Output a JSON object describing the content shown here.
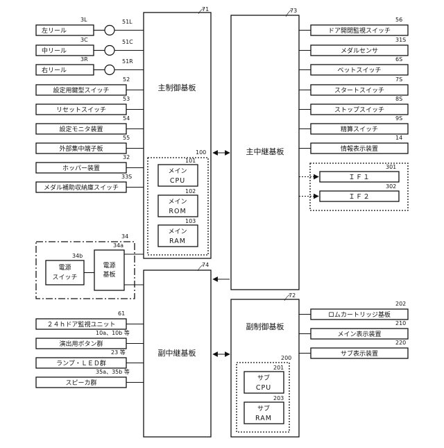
{
  "left_devices": [
    {
      "id": "3L",
      "label": "左リール",
      "motor_ref": "51L"
    },
    {
      "id": "3C",
      "label": "中リール",
      "motor_ref": "51C"
    },
    {
      "id": "3R",
      "label": "右リール",
      "motor_ref": "51R"
    },
    {
      "id": "52",
      "label": "設定用鍵型スイッチ"
    },
    {
      "id": "53",
      "label": "リセットスイッチ"
    },
    {
      "id": "54",
      "label": "設定モニタ装置"
    },
    {
      "id": "55",
      "label": "外部集中端子板"
    },
    {
      "id": "32",
      "label": "ホッパー装置"
    },
    {
      "id": "33S",
      "label": "メダル補助収納庫スイッチ"
    }
  ],
  "main_control": {
    "ref": "71",
    "label": "主制御基板",
    "group_ref": "100",
    "components": [
      {
        "ref": "101",
        "line1": "メイン",
        "line2": "CPU"
      },
      {
        "ref": "102",
        "line1": "メイン",
        "line2": "ROM"
      },
      {
        "ref": "103",
        "line1": "メイン",
        "line2": "RAM"
      }
    ]
  },
  "main_relay": {
    "ref": "73",
    "label": "主中継基板"
  },
  "right_devices": [
    {
      "id": "56",
      "label": "ドア開閉監視スイッチ"
    },
    {
      "id": "31S",
      "label": "メダルセンサ"
    },
    {
      "id": "6S",
      "label": "ベットスイッチ"
    },
    {
      "id": "7S",
      "label": "スタートスイッチ"
    },
    {
      "id": "8S",
      "label": "ストップスイッチ"
    },
    {
      "id": "9S",
      "label": "精算スイッチ"
    },
    {
      "id": "14",
      "label": "情報表示装置"
    }
  ],
  "interfaces": [
    {
      "id": "301",
      "label": "ＩＦ１"
    },
    {
      "id": "302",
      "label": "ＩＦ２"
    }
  ],
  "power_unit": {
    "ref": "34",
    "switch": {
      "ref": "34b",
      "line1": "電源",
      "line2": "スイッチ"
    },
    "board": {
      "ref": "34a",
      "line1": "電源",
      "line2": "基板"
    }
  },
  "sub_relay": {
    "ref": "74",
    "label": "副中継基板"
  },
  "sub_control": {
    "ref": "72",
    "label": "副制御基板",
    "group_ref": "200",
    "components": [
      {
        "ref": "201",
        "line1": "サブ",
        "line2": "CPU"
      },
      {
        "ref": "203",
        "line1": "サブ",
        "line2": "RAM"
      }
    ]
  },
  "sub_left_devices": [
    {
      "id": "61",
      "label": "２４ｈドア監視ユニット"
    },
    {
      "id": "10a、10b 等",
      "label": "演出用ボタン群"
    },
    {
      "id": "23 等",
      "label": "ランプ・ＬＥＤ群"
    },
    {
      "id": "35a、35b 等",
      "label": "スピーカ群"
    }
  ],
  "sub_right_devices": [
    {
      "id": "202",
      "label": "ロムカートリッジ基板"
    },
    {
      "id": "210",
      "label": "メイン表示装置"
    },
    {
      "id": "220",
      "label": "サブ表示装置"
    }
  ]
}
